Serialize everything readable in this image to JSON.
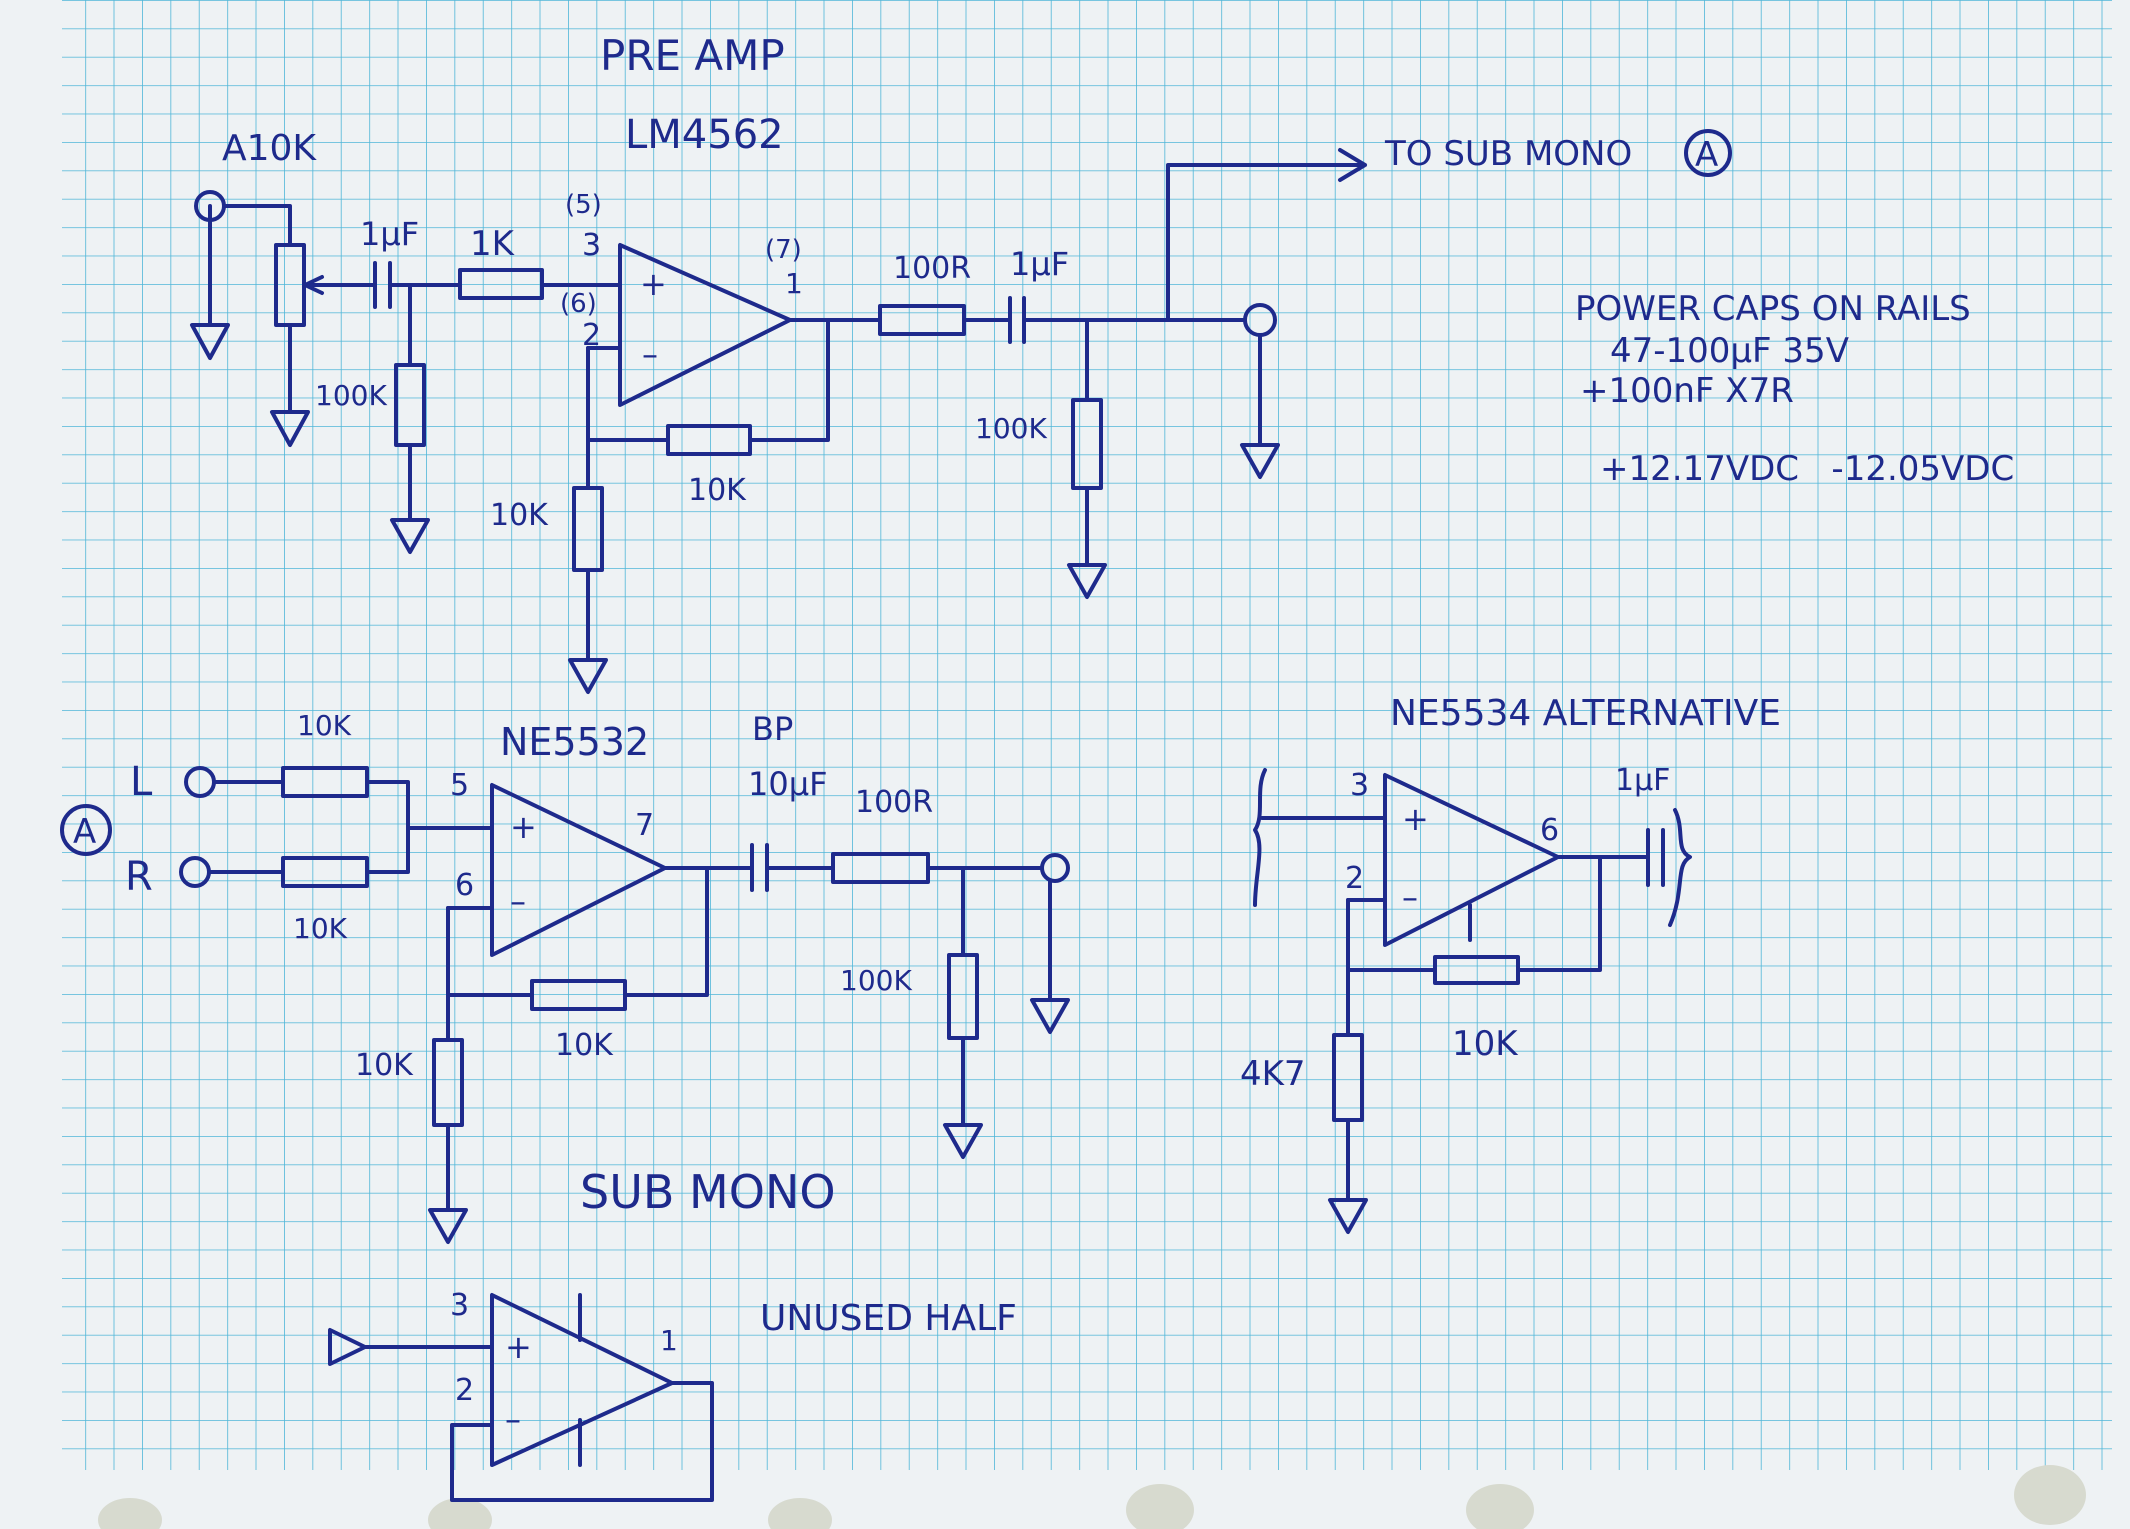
{
  "ink_color": "#1e2a8c",
  "grid_color": "#4fb6d8",
  "paper_color": "#eef2f4",
  "preamp": {
    "title": "PRE AMP",
    "chip": "LM4562",
    "pot": "A10K",
    "cap_in": "1µF",
    "r_in": "1K",
    "pin_plus": "3",
    "pin_plus_alt": "(5)",
    "pin_minus": "2",
    "pin_minus_alt": "(6)",
    "pin_out": "1",
    "pin_out_alt": "(7)",
    "r_shunt": "100K",
    "r_feedback": "10K",
    "r_ground": "10K",
    "r_out": "100R",
    "cap_out": "1µF",
    "r_out_shunt": "100K",
    "to_sub": "TO SUB MONO",
    "ref_mark": "A"
  },
  "notes": {
    "line1": "POWER CAPS ON RAILS",
    "line2": "47-100µF 35V",
    "line3": "+100nF X7R",
    "line4": "+12.17VDC   -12.05VDC"
  },
  "sub": {
    "title": "SUB MONO",
    "chip": "NE5532",
    "ref_mark": "A",
    "in_l": "L",
    "in_r": "R",
    "r_l": "10K",
    "r_r": "10K",
    "pin_plus": "5",
    "pin_minus": "6",
    "pin_out": "7",
    "cap_label1": "BP",
    "cap_label2": "10µF",
    "r_out": "100R",
    "r_shunt": "100K",
    "r_feedback": "10K",
    "r_ground": "10K"
  },
  "alt": {
    "title": "NE5534 ALTERNATIVE",
    "pin_plus": "3",
    "pin_minus": "2",
    "pin_out": "6",
    "cap": "1µF",
    "r_ground": "4K7",
    "r_feedback": "10K"
  },
  "unused": {
    "label": "UNUSED HALF",
    "pin_plus": "3",
    "pin_minus": "2",
    "pin_out": "1"
  }
}
